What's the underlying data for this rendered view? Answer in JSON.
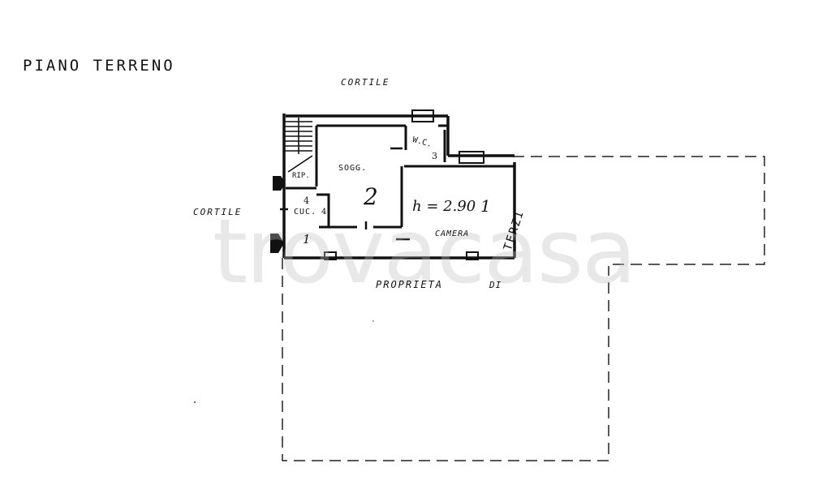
{
  "title": "PIANO TERRENO",
  "labels": {
    "cortile_top": "CORTILE",
    "cortile_left": "CORTILE",
    "proprieta": "PROPRIETA",
    "di": "DI",
    "terzi": "TERZI"
  },
  "rooms": {
    "sogg": {
      "label": "SOGG.",
      "number": "2"
    },
    "camera": {
      "label": "CAMERA",
      "height": "h = 2.90",
      "number": "1"
    },
    "wc": {
      "label": "W.C.",
      "number": "3"
    },
    "rip": {
      "label": "RIP."
    },
    "cucina": {
      "label": "CUC.",
      "number": "4",
      "suffix": "4"
    },
    "entrance": {
      "number": "1"
    }
  },
  "watermark": "trovacasa"
}
